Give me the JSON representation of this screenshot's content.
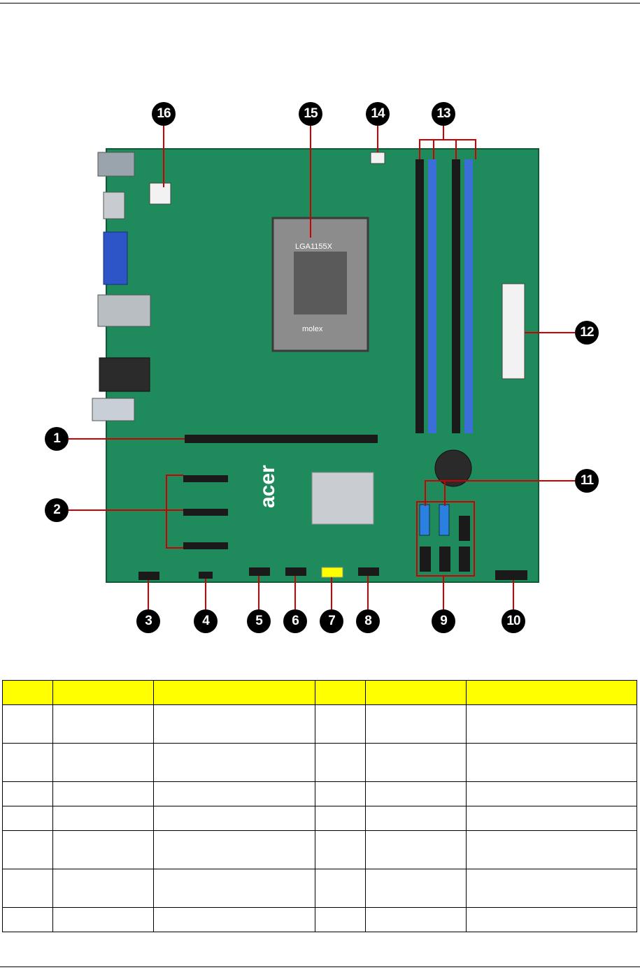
{
  "figure": {
    "board_logo": "acer",
    "socket_label": "LGA1155X",
    "socket_brand": "molex",
    "callouts": [
      {
        "label": "1"
      },
      {
        "label": "2"
      },
      {
        "label": "3"
      },
      {
        "label": "4"
      },
      {
        "label": "5"
      },
      {
        "label": "6"
      },
      {
        "label": "7"
      },
      {
        "label": "8"
      },
      {
        "label": "9"
      },
      {
        "label": "10"
      },
      {
        "label": "11"
      },
      {
        "label": "12"
      },
      {
        "label": "13"
      },
      {
        "label": "14"
      },
      {
        "label": "15"
      },
      {
        "label": "16"
      }
    ]
  },
  "colors": {
    "pcb": "#1f8a5c",
    "pcb_dark": "#146b45",
    "dimm_blue": "#3a6fd8",
    "sata_blue": "#2a7fe0",
    "header_yellow": "#ffff00",
    "callout": "#000000"
  },
  "table": {
    "columns": [
      "",
      "",
      "",
      "",
      "",
      ""
    ],
    "rows": [
      [
        "",
        "",
        "",
        "",
        "",
        ""
      ],
      [
        "",
        "",
        "",
        "",
        "",
        ""
      ],
      [
        "",
        "",
        "",
        "",
        "",
        ""
      ],
      [
        "",
        "",
        "",
        "",
        "",
        ""
      ],
      [
        "",
        "",
        "",
        "",
        "",
        ""
      ],
      [
        "",
        "",
        "",
        "",
        "",
        ""
      ],
      [
        "",
        "",
        "",
        "",
        "",
        ""
      ]
    ]
  }
}
